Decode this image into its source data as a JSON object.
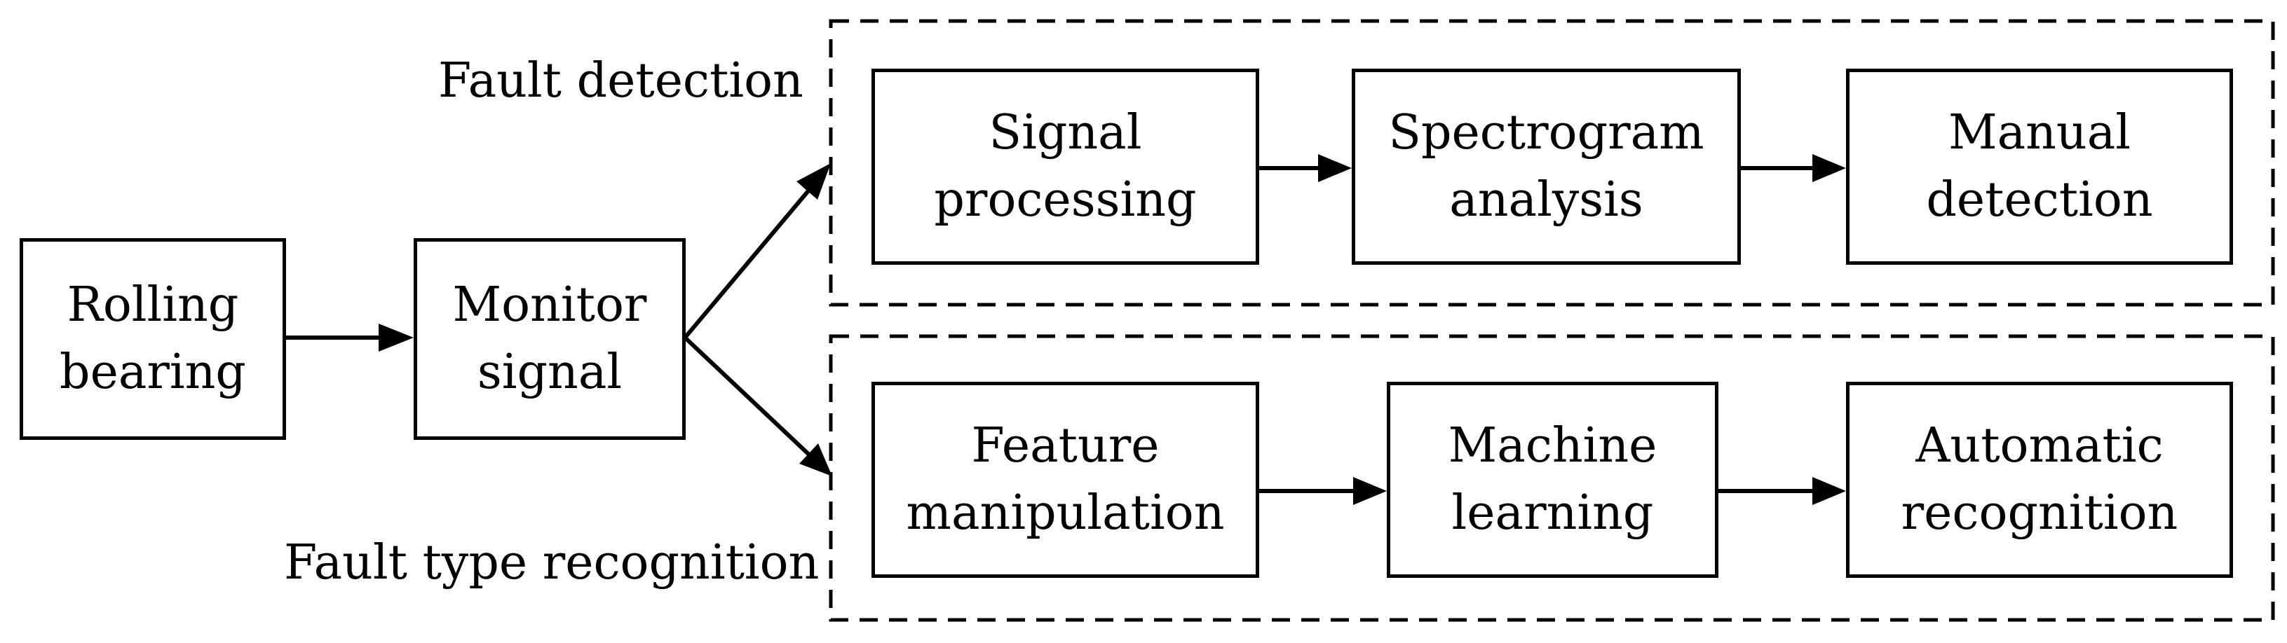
{
  "groups": {
    "fault_detection": "Fault detection",
    "fault_type_recognition": "Fault type recognition"
  },
  "nodes": {
    "rolling_bearing": "Rolling\nbearing",
    "monitor_signal": "Monitor\nsignal",
    "signal_processing": "Signal\nprocessing",
    "spectrogram_analysis": "Spectrogram\nanalysis",
    "manual_detection": "Manual\ndetection",
    "feature_manipulation": "Feature\nmanipulation",
    "machine_learning": "Machine\nlearning",
    "automatic_recognition": "Automatic\nrecognition"
  }
}
